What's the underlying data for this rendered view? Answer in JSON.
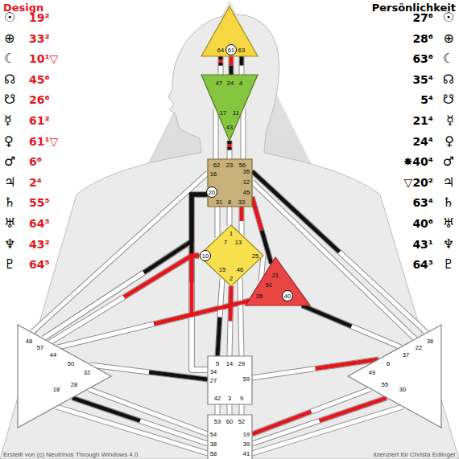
{
  "diagram": {
    "nodes": [
      {
        "text": [
          "64",
          "61",
          "63"
        ]
      },
      {
        "text": [
          "47",
          "24",
          "4",
          "17",
          "11",
          "43"
        ]
      },
      {
        "text": [
          "62",
          "23",
          "56",
          "16",
          "35",
          "12",
          "45",
          "20",
          "31",
          "8",
          "33"
        ]
      },
      {
        "text": [
          "1",
          "7",
          "13",
          "10",
          "25",
          "15",
          "46",
          "2"
        ]
      },
      {
        "text": [
          "21",
          "51",
          "26",
          "40"
        ]
      },
      {
        "text": [
          "48",
          "57",
          "44",
          "50",
          "32",
          "28",
          "18"
        ]
      },
      {
        "text": [
          "36",
          "22",
          "37",
          "6",
          "49",
          "55",
          "30"
        ]
      },
      {
        "text": [
          "5",
          "14",
          "29",
          "34",
          "27",
          "59",
          "42",
          "3",
          "9"
        ]
      },
      {
        "text": [
          "53",
          "60",
          "52",
          "54",
          "19",
          "38",
          "39",
          "58",
          "41"
        ]
      }
    ],
    "edges": [
      {
        "from": 0,
        "to": 1,
        "arrow": "none"
      },
      {
        "from": 0,
        "to": 1,
        "arrow": "none"
      },
      {
        "from": 0,
        "to": 1,
        "arrow": "none"
      },
      {
        "from": 1,
        "to": 2,
        "arrow": "none"
      },
      {
        "from": 1,
        "to": 2,
        "arrow": "none"
      },
      {
        "from": 1,
        "to": 2,
        "arrow": "none"
      },
      {
        "from": 2,
        "to": 3,
        "arrow": "none"
      },
      {
        "from": 2,
        "to": 3,
        "arrow": "none"
      },
      {
        "from": 2,
        "to": 3,
        "arrow": "none"
      },
      {
        "from": 2,
        "to": 3,
        "arrow": "none"
      },
      {
        "from": 2,
        "to": 4,
        "arrow": "none"
      },
      {
        "from": 2,
        "to": 5,
        "arrow": "none"
      },
      {
        "from": 2,
        "to": 5,
        "arrow": "none"
      },
      {
        "from": 2,
        "to": 6,
        "arrow": "none"
      },
      {
        "from": 2,
        "to": 6,
        "arrow": "none"
      },
      {
        "from": 2,
        "to": 7,
        "arrow": "none"
      },
      {
        "from": 3,
        "to": 4,
        "arrow": "none"
      },
      {
        "from": 3,
        "to": 7,
        "arrow": "none"
      },
      {
        "from": 3,
        "to": 7,
        "arrow": "none"
      },
      {
        "from": 3,
        "to": 7,
        "arrow": "none"
      },
      {
        "from": 3,
        "to": 5,
        "arrow": "none"
      },
      {
        "from": 3,
        "to": 7,
        "arrow": "none"
      },
      {
        "from": 4,
        "to": 5,
        "arrow": "none"
      },
      {
        "from": 4,
        "to": 6,
        "arrow": "none"
      },
      {
        "from": 5,
        "to": 7,
        "arrow": "none"
      },
      {
        "from": 5,
        "to": 7,
        "arrow": "none"
      },
      {
        "from": 5,
        "to": 8,
        "arrow": "none"
      },
      {
        "from": 5,
        "to": 8,
        "arrow": "none"
      },
      {
        "from": 5,
        "to": 8,
        "arrow": "none"
      },
      {
        "from": 7,
        "to": 6,
        "arrow": "none"
      },
      {
        "from": 8,
        "to": 6,
        "arrow": "none"
      },
      {
        "from": 8,
        "to": 6,
        "arrow": "none"
      },
      {
        "from": 8,
        "to": 6,
        "arrow": "none"
      },
      {
        "from": 7,
        "to": 8,
        "arrow": "none"
      },
      {
        "from": 7,
        "to": 8,
        "arrow": "none"
      },
      {
        "from": 7,
        "to": 8,
        "arrow": "none"
      }
    ],
    "labels": [
      "Design",
      "Persönlichkeit",
      "☉",
      "⊕",
      "☾",
      "☊",
      "☋",
      "☿",
      "♀",
      "♂",
      "♃",
      "♄",
      "♅",
      "♆",
      "♇",
      "19²",
      "33²",
      "10¹▽",
      "45⁶",
      "26⁶",
      "61²",
      "61¹▽",
      "6⁶",
      "2⁴",
      "55⁵",
      "64³",
      "43²",
      "64⁵",
      "27⁶",
      "28⁶",
      "63⁶",
      "35⁴",
      "5⁴",
      "21⁴",
      "24⁴",
      "✸40⁴",
      "▽20²",
      "63⁴",
      "40⁶",
      "43¹",
      "64³",
      "☉",
      "⊕",
      "☾",
      "☊",
      "☋",
      "☿",
      "♀",
      "♂",
      "♃",
      "♄",
      "♅",
      "♆",
      "♇",
      "Erstellt von (c) Neutrinos Through Windows 4.0",
      "lizenziert für Christa Edlinger"
    ]
  }
}
